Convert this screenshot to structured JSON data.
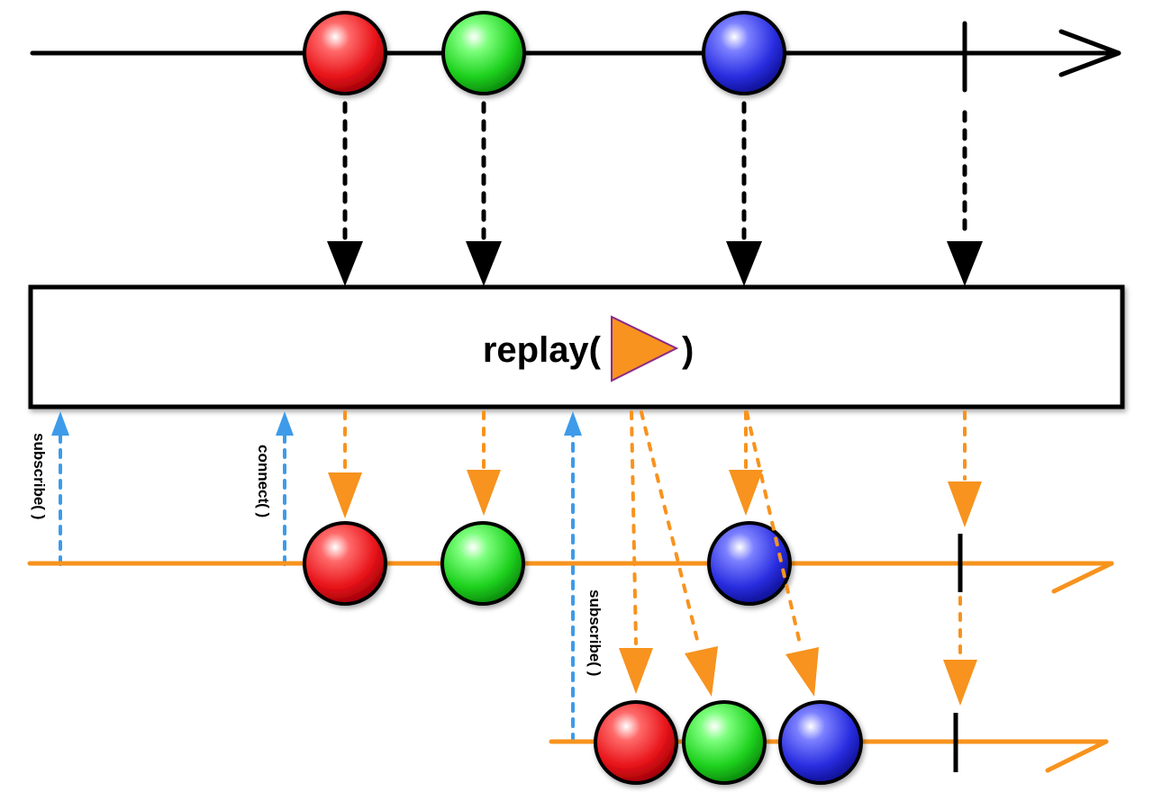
{
  "operator": {
    "name_prefix": "replay(",
    "name_suffix": ")"
  },
  "labels": {
    "first_subscribe": "subscribe( )",
    "connect": "connect( )",
    "second_subscribe": "subscribe( )"
  },
  "marble_colors": {
    "red": "#e8141a",
    "green": "#1fd21f",
    "blue": "#2a2ee0"
  },
  "colors": {
    "source_line": "#000000",
    "output_line": "#f7931e",
    "subscription_arrow": "#3d9be9",
    "operator_triangle": "#f7931e",
    "operator_triangle_border": "#8b2a8a"
  }
}
